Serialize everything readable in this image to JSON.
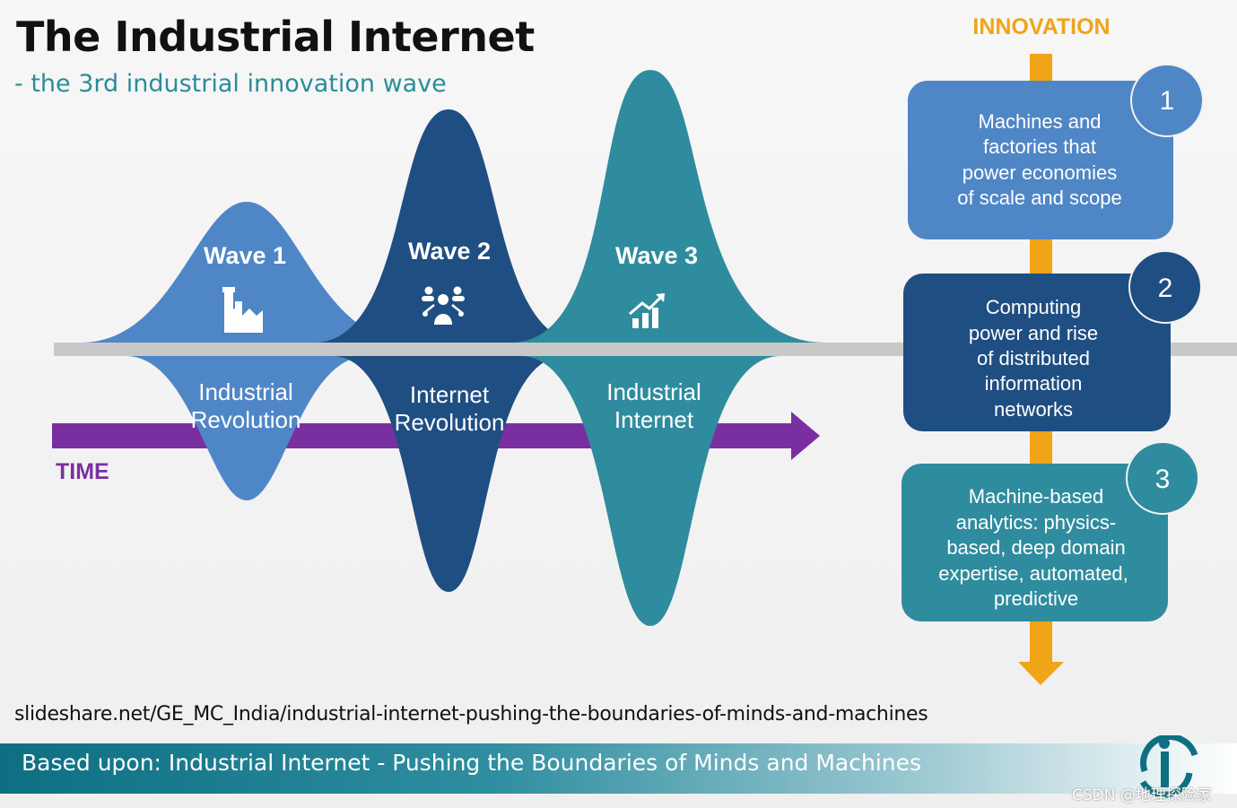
{
  "header": {
    "title": "The Industrial Internet",
    "subtitle": "- the 3rd industrial innovation wave"
  },
  "waves": [
    {
      "title": "Wave 1",
      "label_line1": "Industrial",
      "label_line2": "Revolution",
      "icon": "factory-icon",
      "color": "#4f86c6"
    },
    {
      "title": "Wave 2",
      "label_line1": "Internet",
      "label_line2": "Revolution",
      "icon": "people-network-icon",
      "color": "#1f4e82"
    },
    {
      "title": "Wave 3",
      "label_line1": "Industrial",
      "label_line2": "Internet",
      "icon": "growth-chart-icon",
      "color": "#2f8c9e"
    }
  ],
  "time_label": "TIME",
  "innovation_label": "INNOVATION",
  "innovation_steps": [
    {
      "number": "1",
      "lines": [
        "Machines and",
        "factories that",
        "power economies",
        "of scale and scope"
      ],
      "color": "#4f86c6"
    },
    {
      "number": "2",
      "lines": [
        "Computing",
        "power and rise",
        "of distributed",
        "information",
        "networks"
      ],
      "color": "#1f4e82"
    },
    {
      "number": "3",
      "lines": [
        "Machine-based",
        "analytics: physics-",
        "based, deep domain",
        "expertise, automated,",
        "predictive"
      ],
      "color": "#2f8c9e"
    }
  ],
  "source_url": "slideshare.net/GE_MC_India/industrial-internet-pushing-the-boundaries-of-minds-and-machines",
  "banner_text": "Based upon: Industrial Internet - Pushing the Boundaries of Minds and Machines",
  "logo": "iG",
  "watermark": "CSDN @地理探险家",
  "colors": {
    "time_arrow": "#7a2fa0",
    "innovation_arrow": "#f0a418",
    "axis": "#c8c8c8"
  }
}
